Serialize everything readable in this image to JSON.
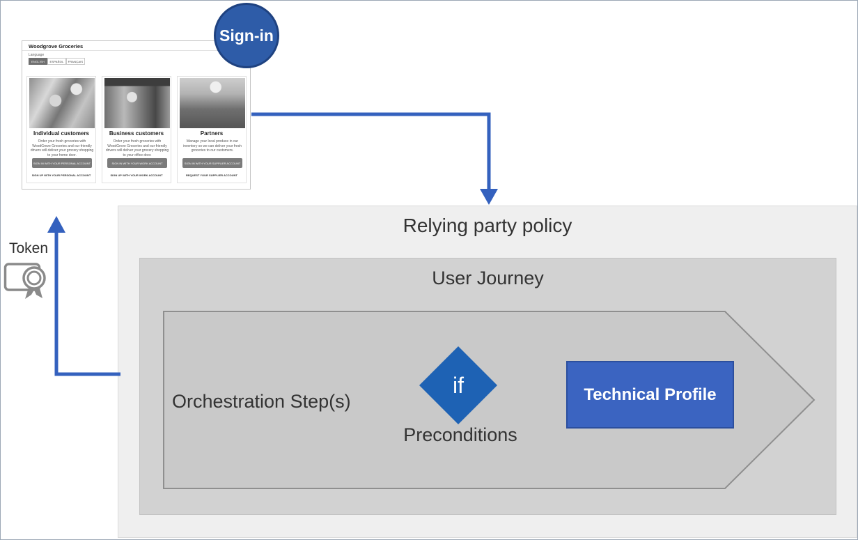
{
  "signin": {
    "label": "Sign-in"
  },
  "token": {
    "label": "Token"
  },
  "policy": {
    "relying_party_title": "Relying party policy",
    "user_journey_title": "User Journey",
    "orchestration_label": "Orchestration Step(s)",
    "if_label": "if",
    "preconditions_label": "Preconditions",
    "technical_profile_label": "Technical Profile"
  },
  "browser": {
    "title": "Woodgrove Groceries",
    "language_label": "Language",
    "languages": [
      {
        "label": "ENGLISH",
        "selected": true
      },
      {
        "label": "ESPAÑOL",
        "selected": false
      },
      {
        "label": "FRANÇAIS",
        "selected": false
      }
    ],
    "cards": [
      {
        "title": "Individual customers",
        "description": "Order your fresh groceries with WoodGrove Groceries and our friendly drivers will deliver your grocery shopping to your home door.",
        "button": "SIGN IN WITH YOUR PERSONAL ACCOUNT",
        "link": "SIGN UP WITH YOUR PERSONAL ACCOUNT",
        "photo": "grocery-store-family-photo"
      },
      {
        "title": "Business customers",
        "description": "Order your fresh groceries with WoodGrove Groceries and our friendly drivers will deliver your grocery shopping to your office door.",
        "button": "SIGN IN WITH YOUR WORK ACCOUNT",
        "link": "SIGN UP WITH YOUR WORK ACCOUNT",
        "photo": "store-employee-photo"
      },
      {
        "title": "Partners",
        "description": "Manage your local produce in our inventory so we can deliver your fresh groceries to our customers.",
        "button": "SIGN IN WITH YOUR SUPPLIER ACCOUNT",
        "link": "REQUEST YOUR SUPPLIER ACCOUNT",
        "photo": "farmer-produce-photo"
      }
    ]
  },
  "colors": {
    "arrow_blue": "#3461BE",
    "signin_fill": "#2E5CA8",
    "signin_border": "#1F4280",
    "if_diamond_fill": "#1E62B4",
    "technical_profile_fill": "#3B64C1",
    "technical_profile_border": "#2C4F9E",
    "relying_party_fill": "#EFEFEF",
    "user_journey_fill": "#D2D2D2",
    "chevron_fill": "#C9C9C9",
    "chevron_border": "#8F8F8F",
    "diagram_text": "#333333"
  }
}
